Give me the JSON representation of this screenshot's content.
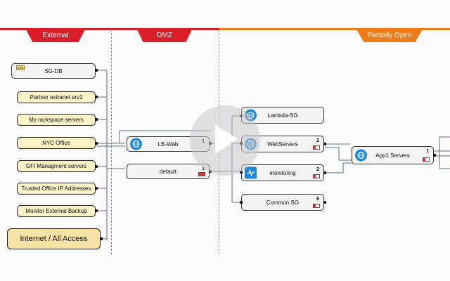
{
  "colors": {
    "external": "#d91e2a",
    "dmz": "#d91e2a",
    "partially_open": "#f07a16"
  },
  "zones": {
    "external": "External",
    "dmz": "DMZ",
    "partially_open": "Partially Open"
  },
  "external_nodes": [
    {
      "label": "SG-DB",
      "tag": "VPC"
    },
    {
      "label": "Partner extranet srv1"
    },
    {
      "label": "My rackspace servers"
    },
    {
      "label": "NYC Office"
    },
    {
      "label": "GFI Managment servers"
    },
    {
      "label": "Trusted Office IP Addresses"
    },
    {
      "label": "Monitor External Backup"
    },
    {
      "label": "Internet / All Access"
    }
  ],
  "dmz_nodes": [
    {
      "label": "LB-Web",
      "count": "1",
      "icon": "globe-icon"
    },
    {
      "label": "default",
      "count": "1"
    }
  ],
  "open_nodes": [
    {
      "label": "Lambda-SG",
      "icon": "globe-icon"
    },
    {
      "label": "WebServers",
      "count": "2",
      "icon": "globe-icon"
    },
    {
      "label": "monitoring",
      "count": "2",
      "icon": "pulse-icon"
    },
    {
      "label": "Common SG",
      "count": "6"
    },
    {
      "label": "App1 Servers",
      "count": "1",
      "icon": "globe-icon"
    }
  ],
  "video": {
    "control": "play-icon"
  }
}
